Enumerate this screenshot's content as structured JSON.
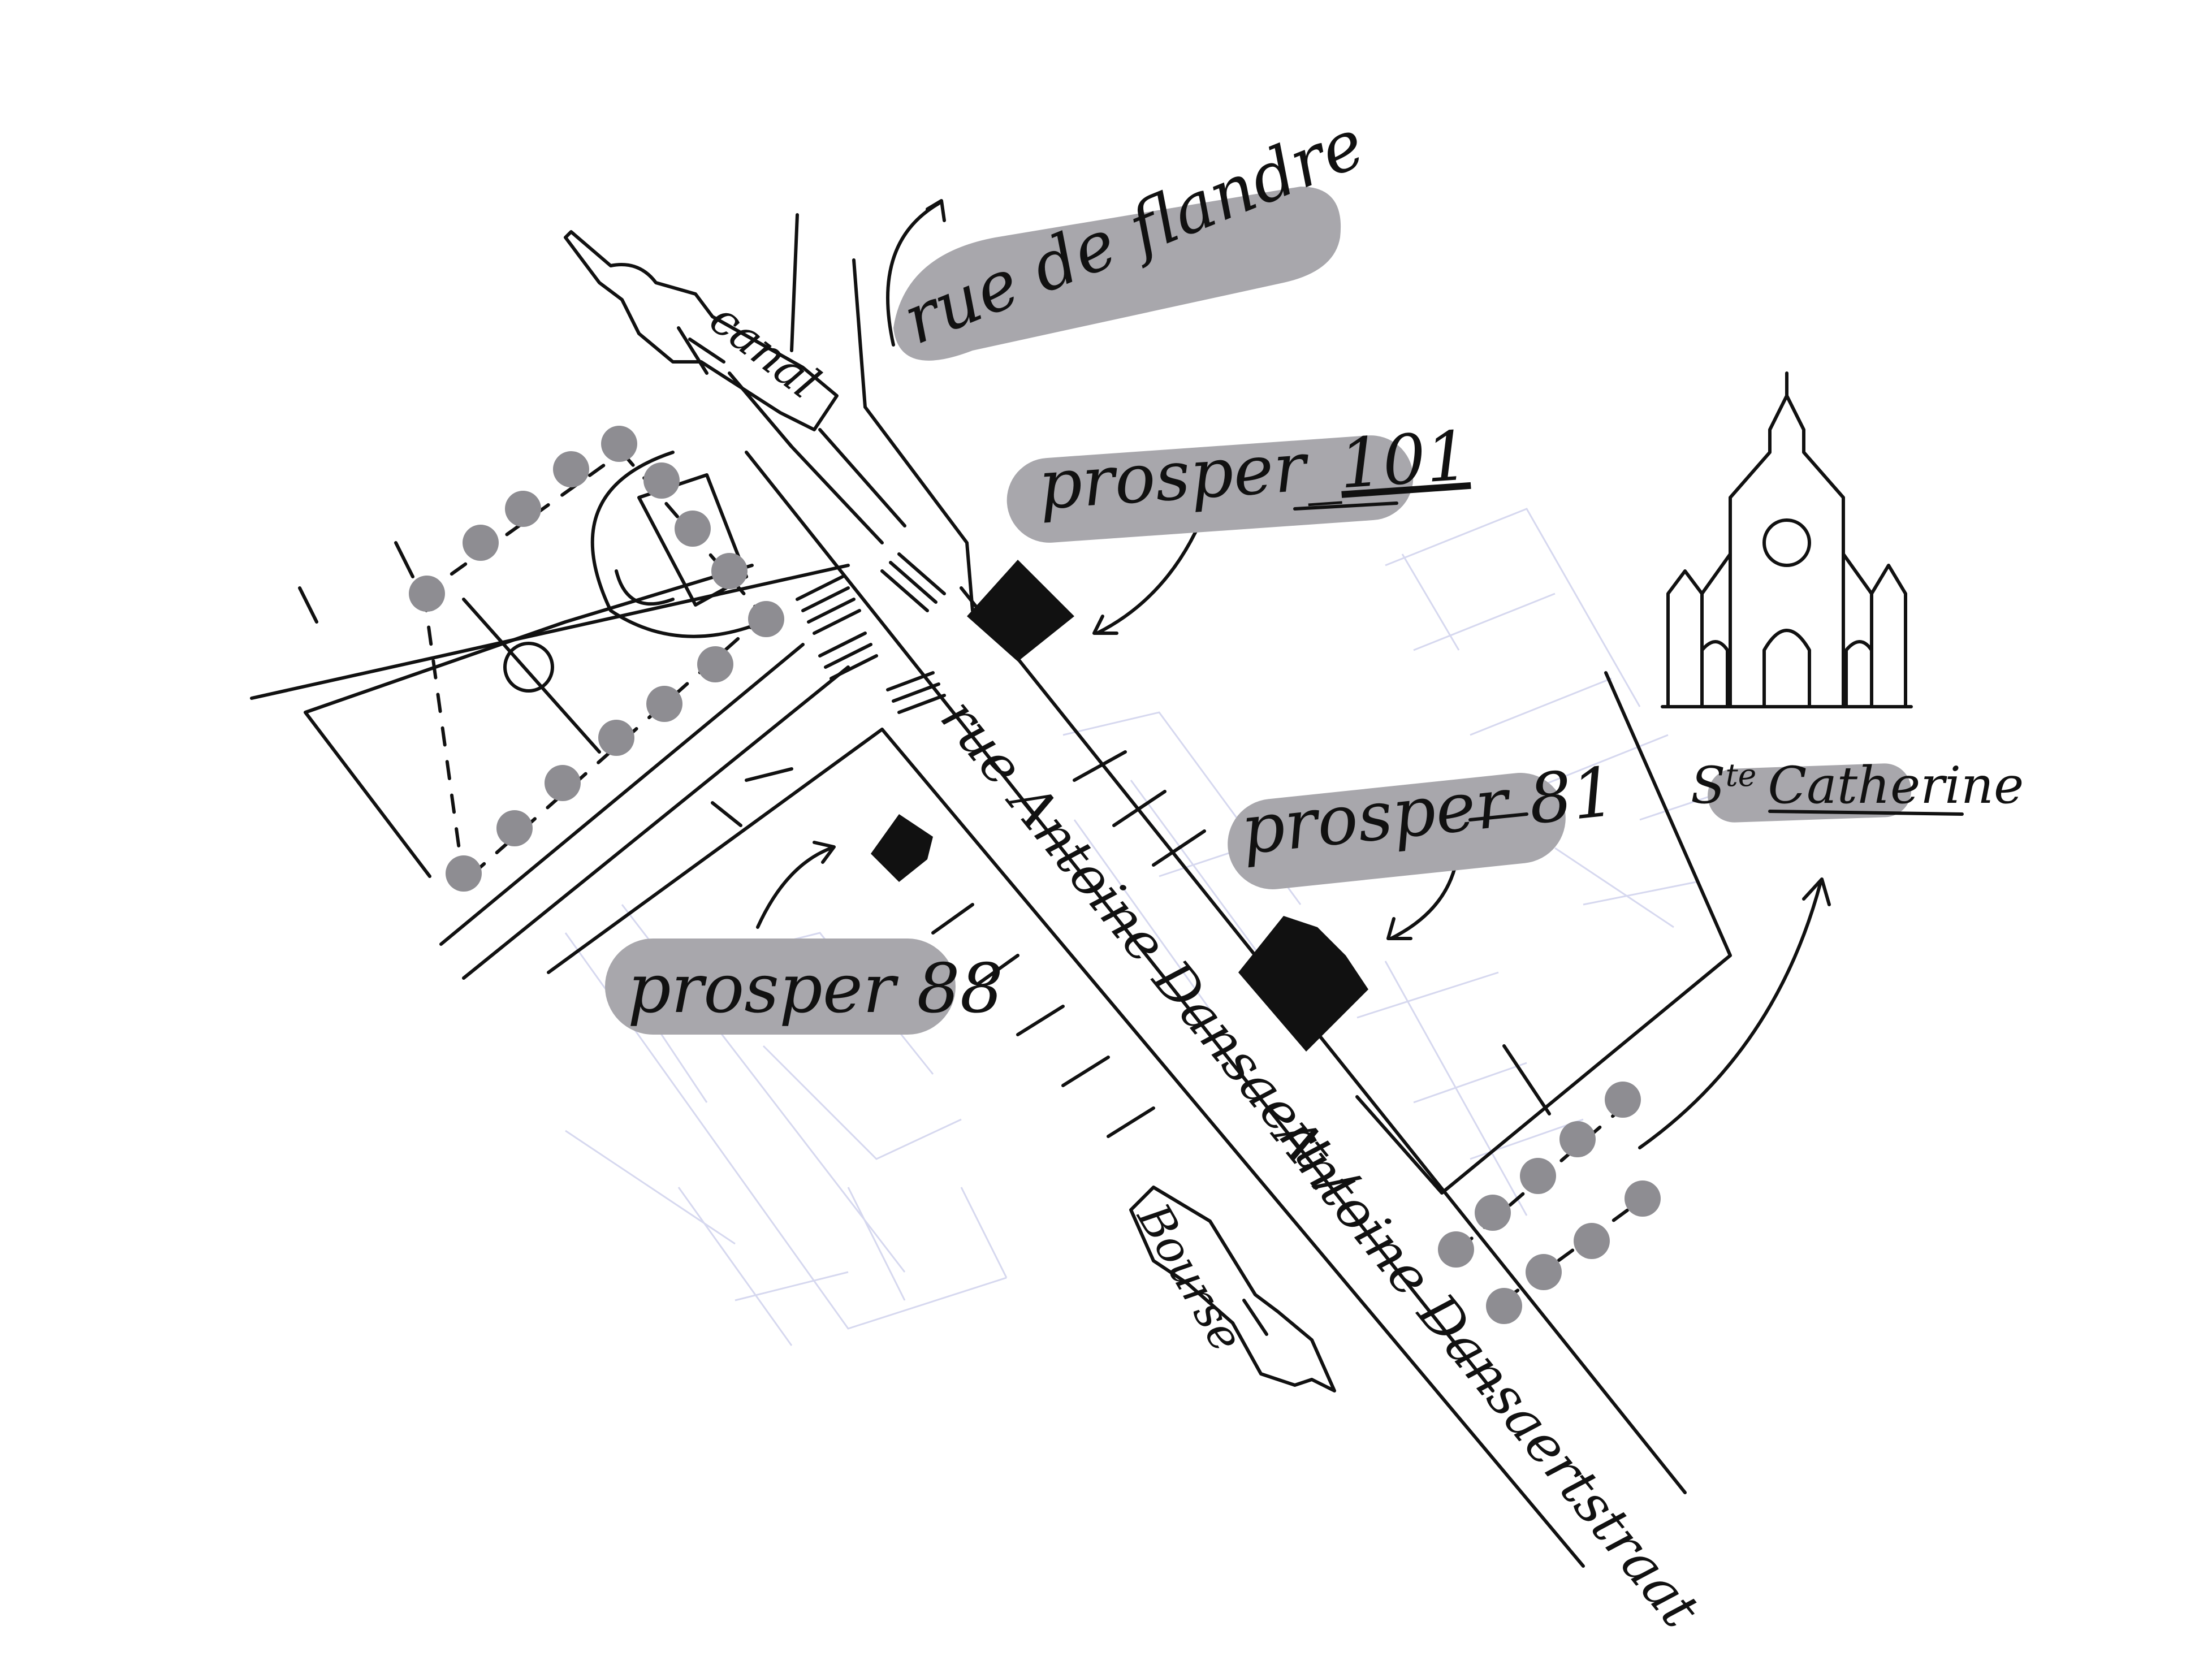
{
  "labels": {
    "rue_de_flandre": "rue de flandre",
    "canal": "canal",
    "prosper_101_prefix": "prosper_",
    "prosper_101_number": "101",
    "prosper_81_prefix": "prosper ",
    "prosper_81_number": "81",
    "prosper_88": "prosper 88",
    "st_catherine_sup": "te",
    "st_catherine_s": "S",
    "st_catherine_name": "Catherine",
    "street_fr": "rue Antoine Dansaert /",
    "street_nl": "Antoine Dansaertstraat",
    "bourse": "Bourse"
  },
  "icons": {
    "pointing_hand_top": "pointing-hand-icon",
    "pointing_hand_bottom": "pointing-hand-icon",
    "church": "church-icon"
  },
  "colors": {
    "ink": "#111111",
    "label_highlight": "#a8a7ac",
    "tree": "#8e8d92",
    "building_outline": "#d6d8ef"
  }
}
